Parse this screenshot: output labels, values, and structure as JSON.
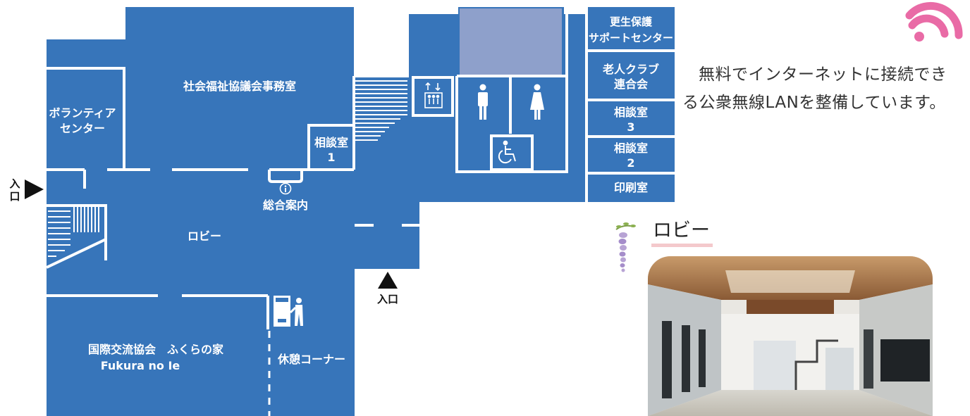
{
  "floorplan": {
    "rooms": {
      "social_welfare_office": "社会福祉協議会事務室",
      "volunteer_center": [
        "ボランティア",
        "センター"
      ],
      "consultation_1": [
        "相談室",
        "1"
      ],
      "rehab_support_center": [
        "更生保護",
        "サポートセンター"
      ],
      "seniors_club": [
        "老人クラブ",
        "連合会"
      ],
      "consultation_3": [
        "相談室",
        "3"
      ],
      "consultation_2": [
        "相談室",
        "2"
      ],
      "print_room": "印刷室",
      "info_desk": "総合案内",
      "lobby": "ロビー",
      "international": [
        "国際交流協会　ふくらの家",
        "Fukura no Ie"
      ],
      "rest_corner": "休憩コーナー"
    },
    "entrances": {
      "left": [
        "入",
        "口"
      ],
      "bottom": "入口"
    },
    "icons": [
      "elevator-icon",
      "mens-restroom-icon",
      "womens-restroom-icon",
      "accessible-restroom-icon",
      "info-icon",
      "vending-machine-icon",
      "wisteria-icon",
      "wifi-icon"
    ],
    "colors": {
      "floor": "#3775ba",
      "walls": "#ffffff",
      "upper_void": "#8ea0cb",
      "wifi": "#e96ba6",
      "underline": "#f4c9cc"
    }
  },
  "wifi_notice": "無料でインターネットに接続できる公衆無線LANを整備しています。",
  "lobby_section": {
    "title": "ロビー"
  }
}
